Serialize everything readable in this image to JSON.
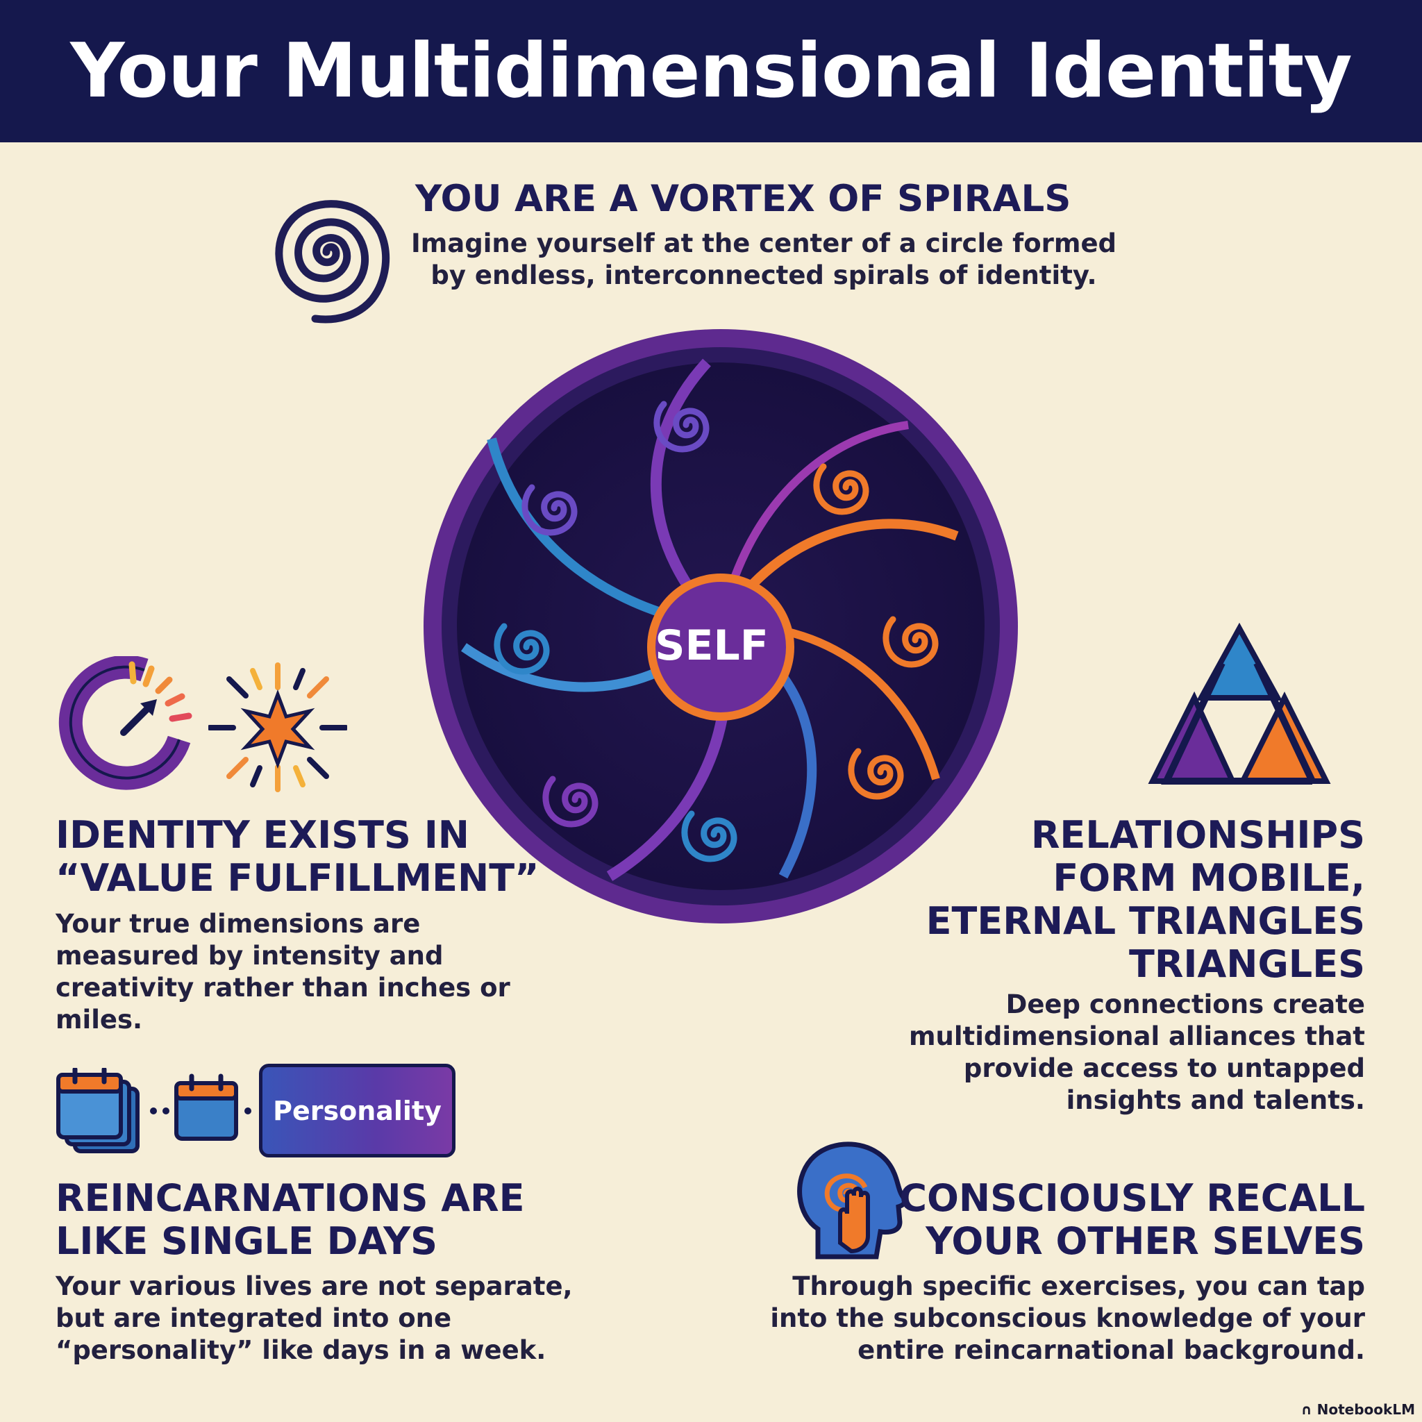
{
  "title": "Your Multidimensional Identity",
  "center_label": "SELF",
  "sections": {
    "vortex": {
      "heading": "YOU ARE A VORTEX OF SPIRALS",
      "body_lines": [
        "Imagine yourself at the center of a circle formed",
        "by endless, interconnected spirals of identity."
      ],
      "icon": "spiral-icon"
    },
    "value": {
      "heading_lines": [
        "IDENTITY EXISTS IN",
        "“VALUE FULFILLMENT”"
      ],
      "body_lines": [
        "Your true dimensions are",
        "measured by intensity and",
        "creativity rather than inches or miles."
      ],
      "icons": [
        "gauge-icon",
        "starburst-icon"
      ]
    },
    "relationships": {
      "heading_lines": [
        "RELATIONSHIPS",
        "FORM MOBILE,",
        "ETERNAL TRIANGLES",
        "TRIANGLES"
      ],
      "body_lines": [
        "Deep connections create",
        "multidimensional alliances that",
        "provide access to untapped",
        "insights and talents."
      ],
      "icon": "interlocking-triangles-icon"
    },
    "reincarnation": {
      "heading_lines": [
        "REINCARNATIONS ARE",
        "LIKE SINGLE DAYS"
      ],
      "body_lines": [
        "Your various lives are not separate,",
        "but are integrated into one",
        "“personality” like days in a week."
      ],
      "badge_label": "Personality",
      "icons": [
        "calendar-stack-icon",
        "calendar-icon"
      ]
    },
    "recall": {
      "heading_lines": [
        "CONSCIOUSLY RECALL",
        "YOUR OTHER SELVES"
      ],
      "body_lines": [
        "Through specific exercises, you can tap",
        "into the subconscious knowledge of your",
        "entire reincarnational background."
      ],
      "icon": "head-hand-spiral-icon"
    }
  },
  "watermark": "NotebookLM",
  "colors": {
    "background": "#f6eed8",
    "navy": "#15184d",
    "purple": "#6a2d9a",
    "blue": "#2f86c9",
    "orange": "#f07a2a"
  }
}
